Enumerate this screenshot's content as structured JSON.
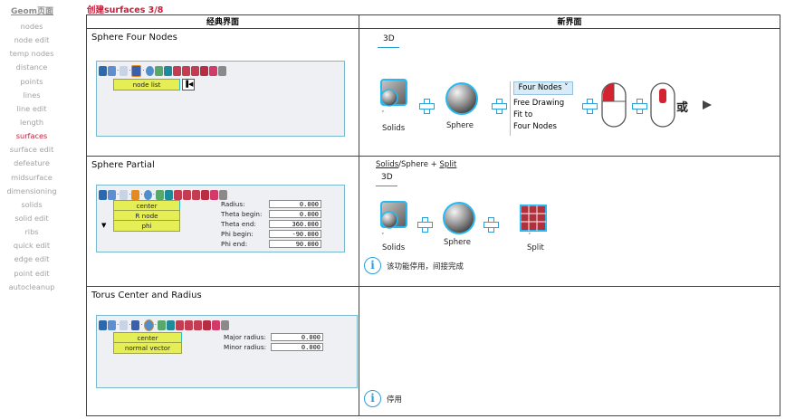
{
  "sidebar": {
    "header": "Geom页面",
    "items": [
      "nodes",
      "node edit",
      "temp nodes",
      "distance",
      "points",
      "lines",
      "line edit",
      "length",
      "surfaces",
      "surface edit",
      "defeature",
      "midsurface",
      "dimensioning",
      "solids",
      "solid edit",
      "ribs",
      "quick edit",
      "edge edit",
      "point edit",
      "autocleanup"
    ],
    "active": "surfaces"
  },
  "page_title": "创建surfaces 3/8",
  "table": {
    "col_classic": "经典界面",
    "col_new": "新界面"
  },
  "rows": [
    {
      "title": "Sphere Four Nodes",
      "classic": {
        "button": "node list",
        "arrow": "▐◀"
      },
      "new": {
        "tab": "3D",
        "solids": "Solids",
        "sphere": "Sphere",
        "dropdown": {
          "header": "Four Nodes",
          "items": [
            "Free Drawing",
            "Fit to",
            "Four Nodes"
          ]
        },
        "or": "或"
      }
    },
    {
      "title": "Sphere Partial",
      "classic": {
        "buttons": [
          "center",
          "R node",
          "phi"
        ],
        "fields": [
          {
            "label": "Radius:",
            "value": "0.000"
          },
          {
            "label": "Theta begin:",
            "value": "0.000"
          },
          {
            "label": "Theta end:",
            "value": "360.000"
          },
          {
            "label": "Phi begin:",
            "value": "-90.000"
          },
          {
            "label": "Phi end:",
            "value": "90.000"
          }
        ]
      },
      "new": {
        "path": {
          "a": "Solids",
          "b": "/Sphere + ",
          "c": "Split"
        },
        "tab": "3D",
        "solids": "Solids",
        "sphere": "Sphere",
        "split": "Split",
        "note": "该功能停用，间接完成"
      }
    },
    {
      "title": "Torus Center and Radius",
      "classic": {
        "buttons": [
          "center",
          "normal vector"
        ],
        "fields": [
          {
            "label": "Major radius:",
            "value": "0.000"
          },
          {
            "label": "Minor radius:",
            "value": "0.000"
          }
        ]
      },
      "new": {
        "note": "停用"
      }
    }
  ],
  "colors": {
    "accent_red": "#cc1c3a",
    "blue": "#2c9ed8",
    "yellow_button": "#e6ee55"
  }
}
